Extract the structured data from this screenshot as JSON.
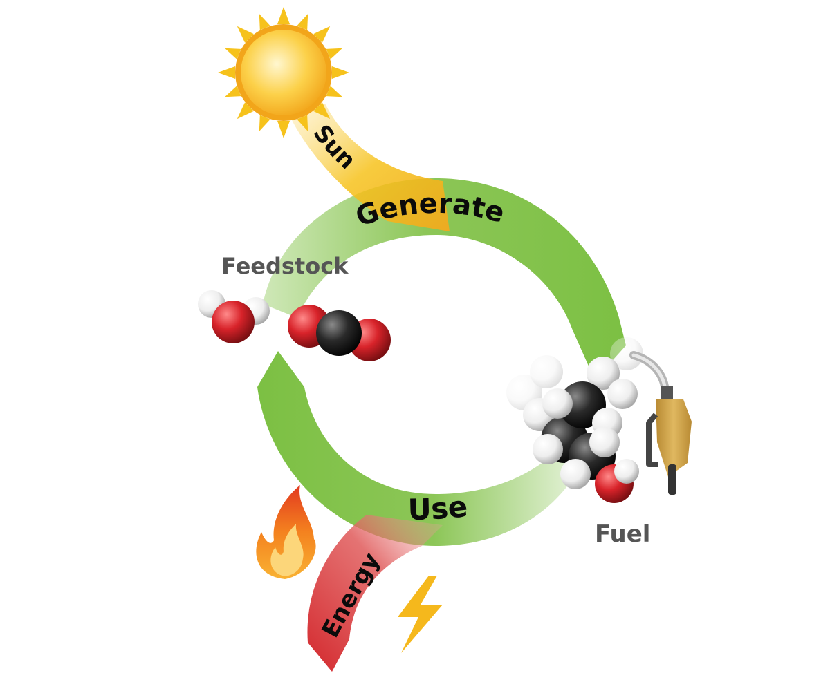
{
  "labels": {
    "sun": "Sun",
    "generate": "Generate",
    "feedstock": "Feedstock",
    "use": "Use",
    "energy": "Energy",
    "fuel": "Fuel"
  },
  "colors": {
    "cycle_green": "#7cc043",
    "cycle_green_light": "#cfe8b8",
    "sun_yellow": "#f6c21c",
    "sun_orange": "#f1a91f",
    "energy_red": "#d3272c",
    "flame_orange": "#f4821f",
    "bolt_yellow": "#f5b81c",
    "oxygen_red": "#d8232a",
    "carbon_black": "#2a2a2a",
    "hydrogen_white": "#f2f2f2",
    "nozzle_gold": "#d4a343",
    "label_grey": "#555555"
  },
  "icons": [
    "sun-icon",
    "flame-icon",
    "lightning-bolt-icon",
    "water-molecule-icon",
    "co2-molecule-icon",
    "alcohol-molecule-icon",
    "fuel-nozzle-icon"
  ]
}
